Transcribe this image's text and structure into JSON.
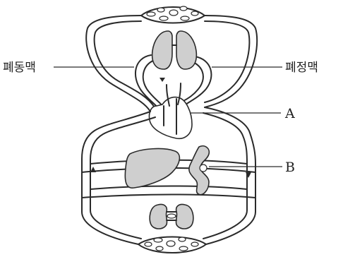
{
  "labels": {
    "pulmonary_artery": "폐동맥",
    "pulmonary_vein": "폐정맥",
    "a": "A",
    "b": "B"
  },
  "colors": {
    "organ_fill": "#cfcfcf",
    "line": "#2a2a2a",
    "background": "#ffffff"
  }
}
